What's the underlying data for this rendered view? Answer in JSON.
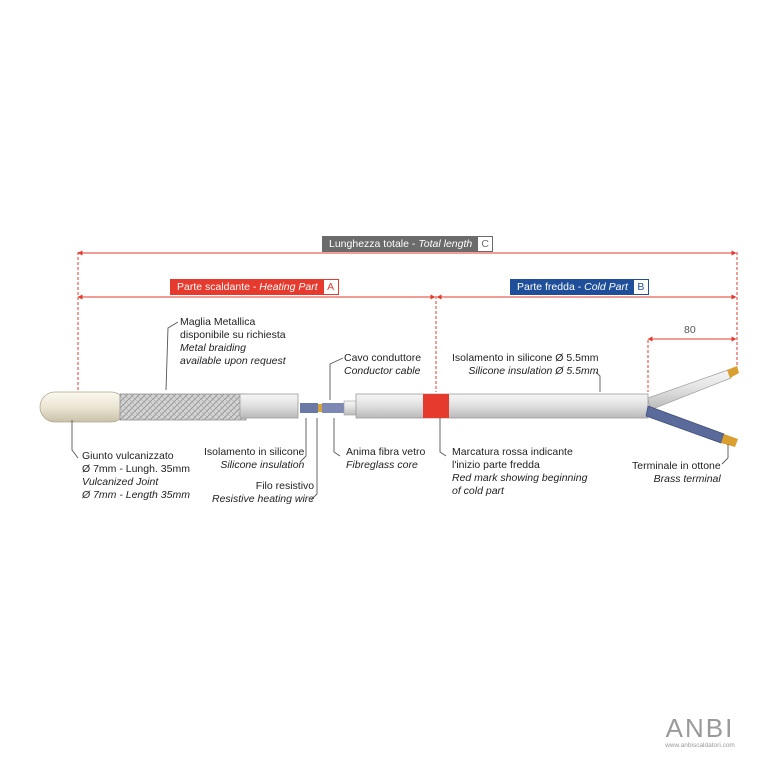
{
  "headers": {
    "total": {
      "text_it": "Lunghezza totale - ",
      "text_en": "Total length",
      "letter": "C",
      "color": "#6b6b6b"
    },
    "heating": {
      "text_it": "Parte scaldante - ",
      "text_en": "Heating Part",
      "letter": "A",
      "color": "#e53a2d"
    },
    "cold": {
      "text_it": "Parte fredda - ",
      "text_en": "Cold Part",
      "letter": "B",
      "color": "#1f4f9a"
    }
  },
  "dimension_80": "80",
  "labels": {
    "braid": {
      "line1": "Maglia Metallica",
      "line2": "disponibile su richiesta",
      "line3": "Metal braiding",
      "line4": "available upon request"
    },
    "conductor": {
      "line1": "Cavo conduttore",
      "line2": "Conductor cable"
    },
    "silicone_outer": {
      "line1": "Isolamento in silicone Ø 5.5mm",
      "line2": "Silicone insulation Ø 5.5mm"
    },
    "joint": {
      "line1": "Giunto vulcanizzato",
      "line2": "Ø 7mm - Lungh. 35mm",
      "line3": "Vulcanized Joint",
      "line4": "Ø 7mm - Length 35mm"
    },
    "silicone_inner": {
      "line1": "Isolamento in silicone",
      "line2": "Silicone insulation"
    },
    "resistive": {
      "line1": "Filo resistivo",
      "line2": "Resistive heating wire"
    },
    "fiberglass": {
      "line1": "Anima fibra vetro",
      "line2": "Fibreglass core"
    },
    "red_mark": {
      "line1": "Marcatura rossa indicante",
      "line2": "l'inizio parte fredda",
      "line3": "Red mark showing beginning",
      "line4": "of cold part"
    },
    "terminal": {
      "line1": "Terminale in ottone",
      "line2": "Brass terminal"
    }
  },
  "logo": {
    "mark": "ANBI",
    "url": "www.anbiscaldatori.com"
  },
  "colors": {
    "red_mark": "#e53a2d",
    "cable": "#e4e4e4",
    "blue_wire": "#5a6a9a",
    "brass": "#d9a030",
    "guide": "#e53a2d"
  }
}
